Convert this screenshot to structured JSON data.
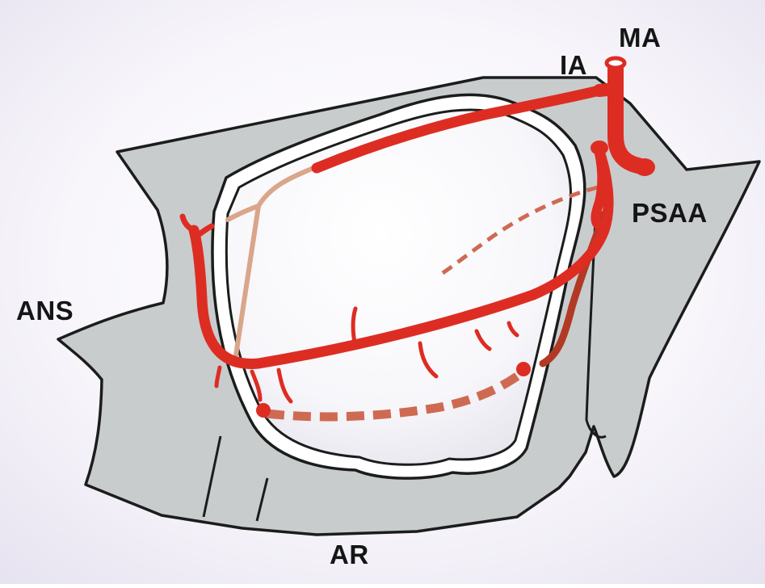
{
  "labels": {
    "ma": "MA",
    "ia": "IA",
    "psaa": "PSAA",
    "ans": "ANS",
    "ar": "AR"
  },
  "colors": {
    "artery": "#dd2d23",
    "artery_dark": "#b23a24",
    "artery_dashed": "#cf6a52",
    "artery_faded": "#d9a68a",
    "bone_fill": "#c9cccd",
    "outline": "#1b1d1c",
    "background_tint": "#eceaf4"
  }
}
